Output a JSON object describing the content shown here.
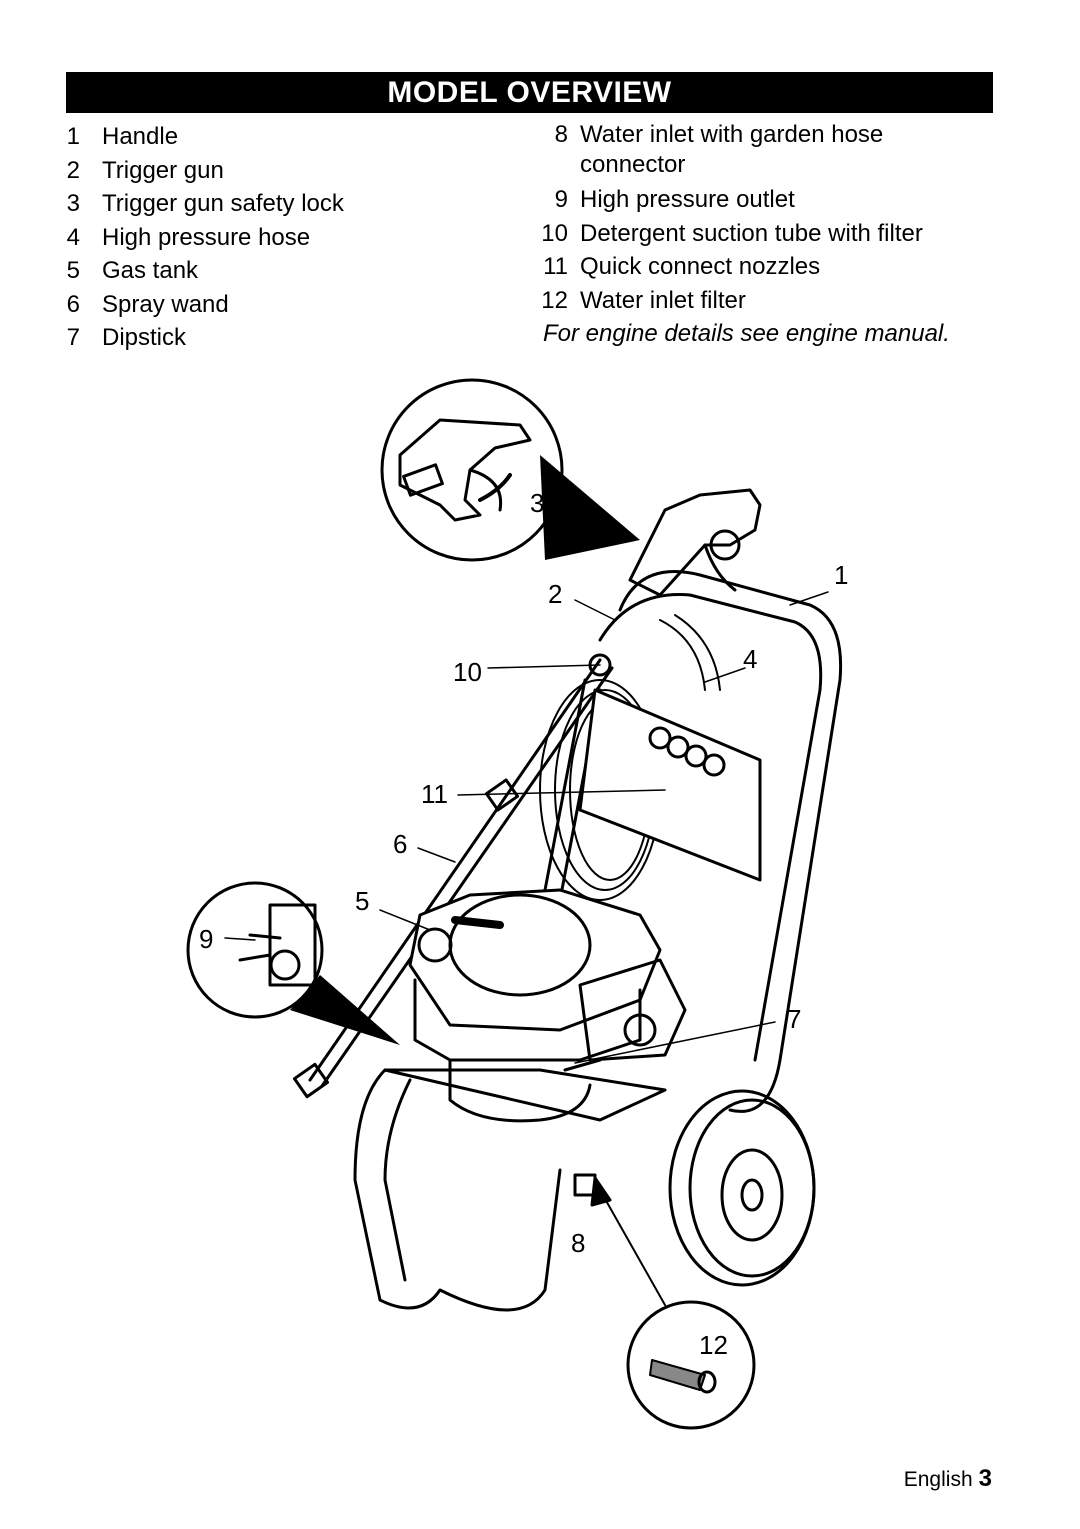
{
  "header": {
    "title": "MODEL OVERVIEW"
  },
  "parts_left": [
    {
      "num": "1",
      "label": "Handle"
    },
    {
      "num": "2",
      "label": "Trigger gun"
    },
    {
      "num": "3",
      "label": "Trigger gun safety lock"
    },
    {
      "num": "4",
      "label": "High pressure hose"
    },
    {
      "num": "5",
      "label": "Gas tank"
    },
    {
      "num": "6",
      "label": "Spray wand"
    },
    {
      "num": "7",
      "label": "Dipstick"
    }
  ],
  "parts_right": [
    {
      "num": "8",
      "label": "Water inlet with garden hose connector"
    },
    {
      "num": "9",
      "label": "High pressure outlet"
    },
    {
      "num": "10",
      "label": "Detergent suction tube with filter"
    },
    {
      "num": "11",
      "label": "Quick connect nozzles"
    },
    {
      "num": "12",
      "label": "Water inlet filter"
    }
  ],
  "note": "For engine details see engine manual.",
  "figure": {
    "callouts": [
      "3",
      "2",
      "1",
      "10",
      "4",
      "11",
      "6",
      "5",
      "9",
      "7",
      "8",
      "12"
    ]
  },
  "footer": {
    "language": "English",
    "page": "3"
  }
}
